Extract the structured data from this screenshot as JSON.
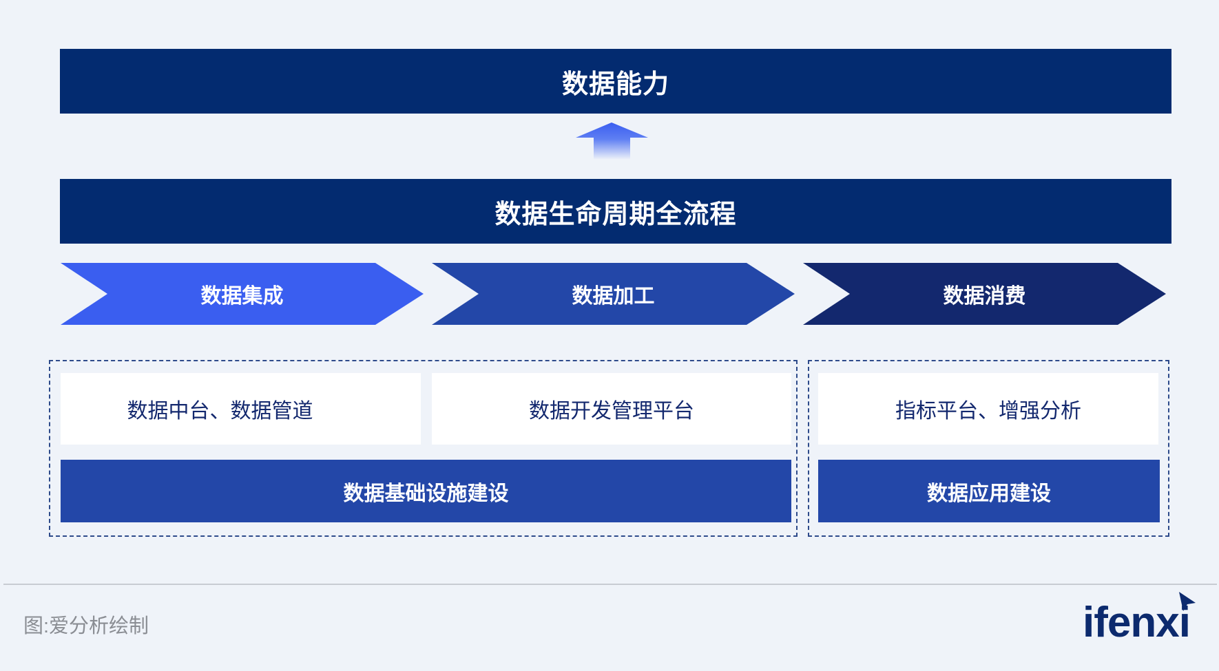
{
  "top_bar": {
    "label": "数据能力"
  },
  "lifecycle_bar": {
    "label": "数据生命周期全流程"
  },
  "stages": [
    {
      "label": "数据集成",
      "color": "#3a5ef0"
    },
    {
      "label": "数据加工",
      "color": "#2347a8"
    },
    {
      "label": "数据消费",
      "color": "#13286e"
    }
  ],
  "tools": [
    "数据中台、数据管道",
    "数据开发管理平台",
    "指标平台、增强分析"
  ],
  "foundations": [
    "数据基础设施建设",
    "数据应用建设"
  ],
  "footer": {
    "source": "图:爱分析绘制",
    "logo": "ifenxi"
  }
}
